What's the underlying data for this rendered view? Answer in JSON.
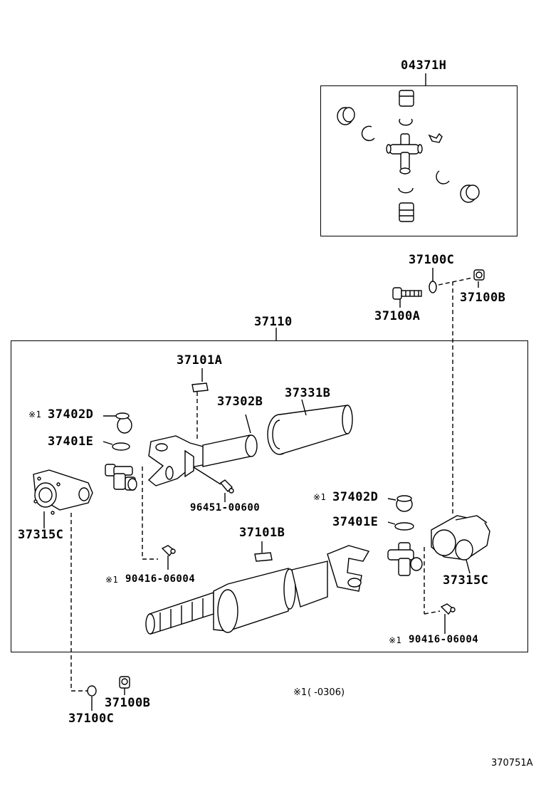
{
  "labels": {
    "kit": "04371H",
    "bolt_washer": "37100C",
    "nut": "37100B",
    "bolt": "37100A",
    "assembly": "37110",
    "clip_top": "37101A",
    "spider_cap_left": "37402D",
    "snap_ring_left": "37401E",
    "tube": "37302B",
    "dust_cover": "37331B",
    "flange_left": "37315C",
    "grease_fitting_mid": "96451-00600",
    "clip_bottom": "37101B",
    "spider_cap_right": "37402D",
    "snap_ring_right": "37401E",
    "flange_right": "37315C",
    "grease_left": "90416-06004",
    "grease_right": "90416-06004",
    "nut_bottom": "37100B",
    "washer_bottom": "37100C",
    "footnote_mark": "※1",
    "footnote_text": "(         -0306)",
    "diagram_code": "370751A"
  },
  "marks": {
    "m1": "※1",
    "m2": "※1",
    "m3": "※1",
    "m4": "※1"
  }
}
